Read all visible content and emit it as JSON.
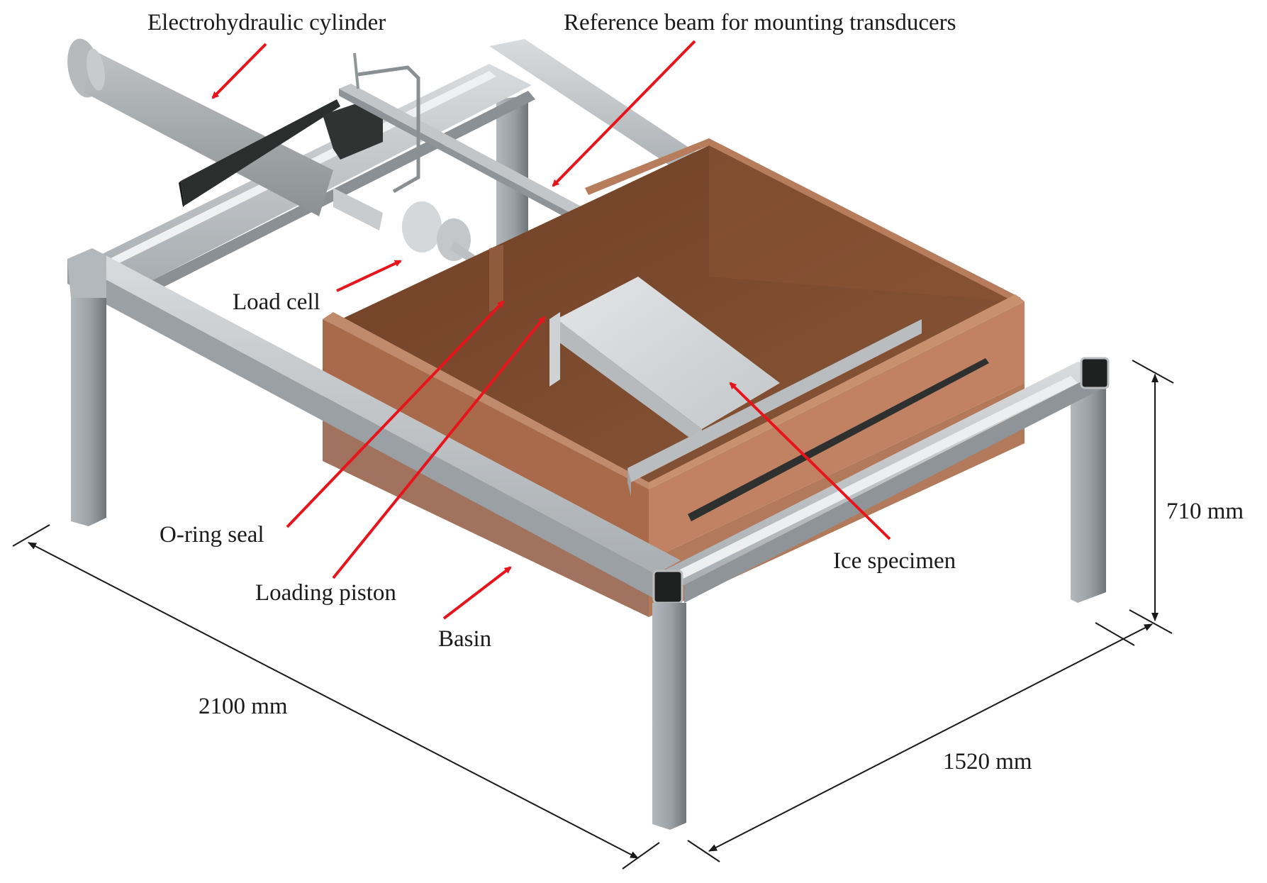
{
  "figure": {
    "title": "Ice indentation test rig",
    "callouts": {
      "cylinder": "Electrohydraulic cylinder",
      "beam": "Reference beam for mounting transducers",
      "load_cell": "Load cell",
      "oring": "O-ring seal",
      "piston": "Loading piston",
      "basin": "Basin",
      "ice": "Ice specimen"
    },
    "dimensions": {
      "length": "2100 mm",
      "width": "1520 mm",
      "height": "710 mm"
    },
    "colors": {
      "arrow": "#e8141c",
      "steel_light": "#c9cdd0",
      "steel_mid": "#a7acb0",
      "steel_dark": "#7d8387",
      "basin_outer": "#a3735c",
      "basin_inner": "#7a4a2e",
      "basin_rim": "#b77c5c",
      "ice": "#d4d7da",
      "black_block": "#2f3331",
      "dim_line": "#1a1a1a"
    }
  }
}
